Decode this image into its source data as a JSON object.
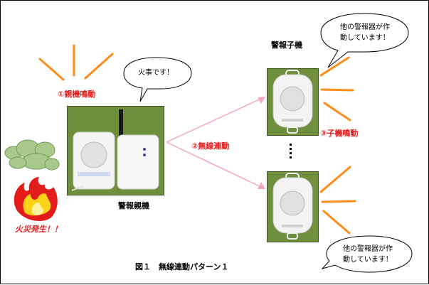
{
  "parent_unit": {
    "bubble_text": "火事です！",
    "label": "警報親機",
    "event_label": "①親機鳴動"
  },
  "child_units": {
    "title": "警報子機",
    "event_label": "③子機鳴動",
    "bubble_top_line1": "他の警報器が作",
    "bubble_top_line2": "動しています！",
    "bubble_bottom_line1": "他の警報器が作",
    "bubble_bottom_line2": "動しています！"
  },
  "link_label": "②無線連動",
  "fire_label": "火災発生！！",
  "caption": "図１　無線連動パターン１",
  "colors": {
    "event_red": "#e31b1b",
    "alarm_orange": "#ff8c1a",
    "link_pink": "#f4a6c8",
    "smoke_green": "#a8c98a"
  }
}
